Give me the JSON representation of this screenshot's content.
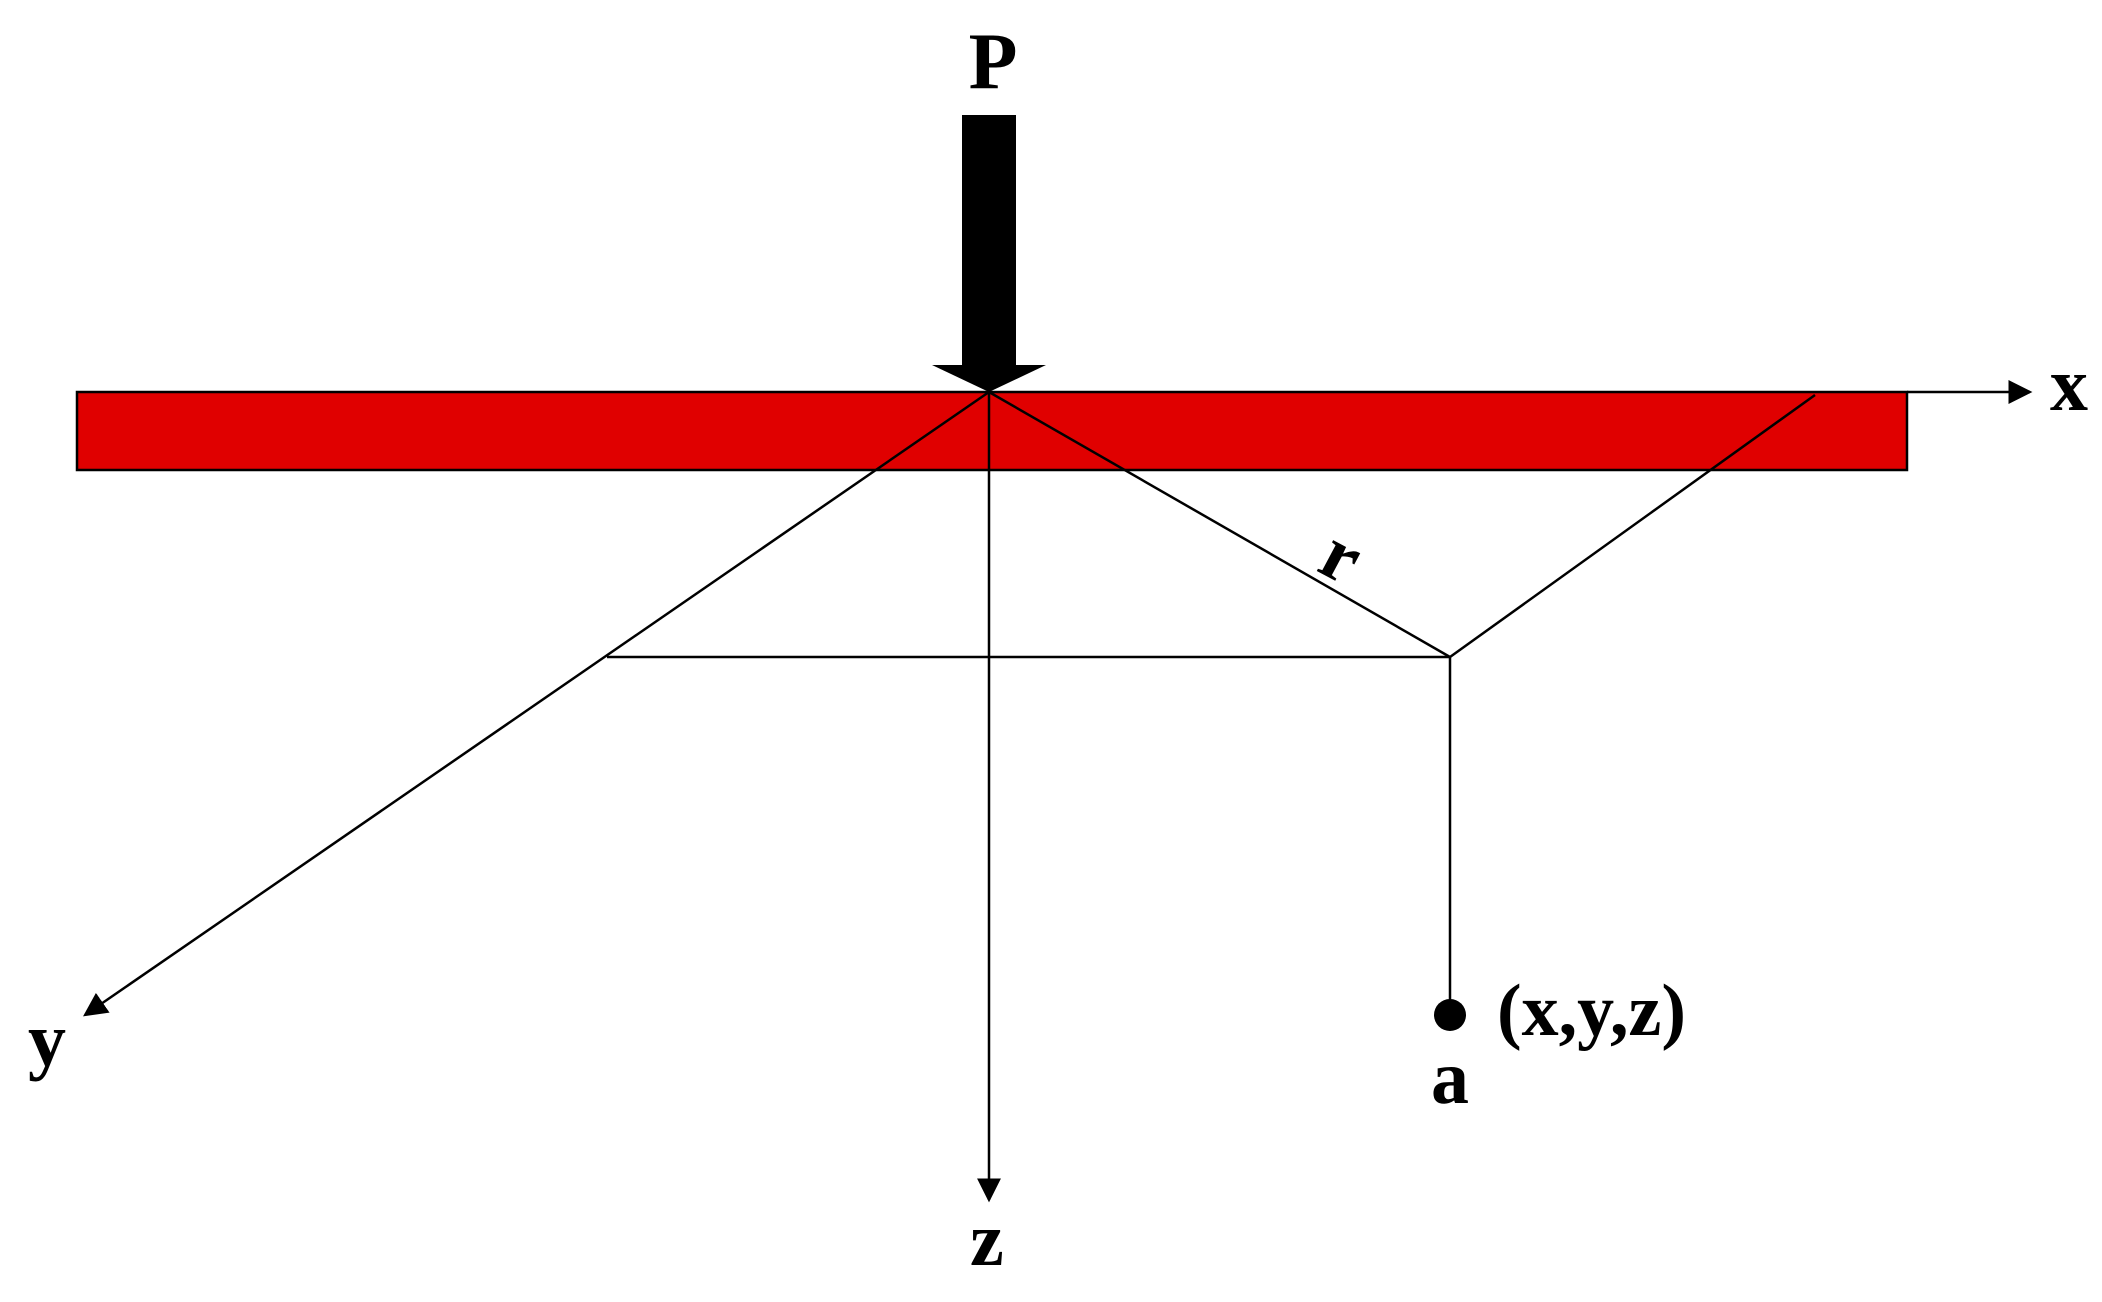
{
  "labels": {
    "force": "P",
    "x_axis": "x",
    "y_axis": "y",
    "z_axis": "z",
    "distance": "r",
    "point_coords": "(x,y,z)",
    "point_name": "a"
  },
  "colors": {
    "beam": "#e00000",
    "ink": "#000000",
    "background": "#ffffff"
  }
}
